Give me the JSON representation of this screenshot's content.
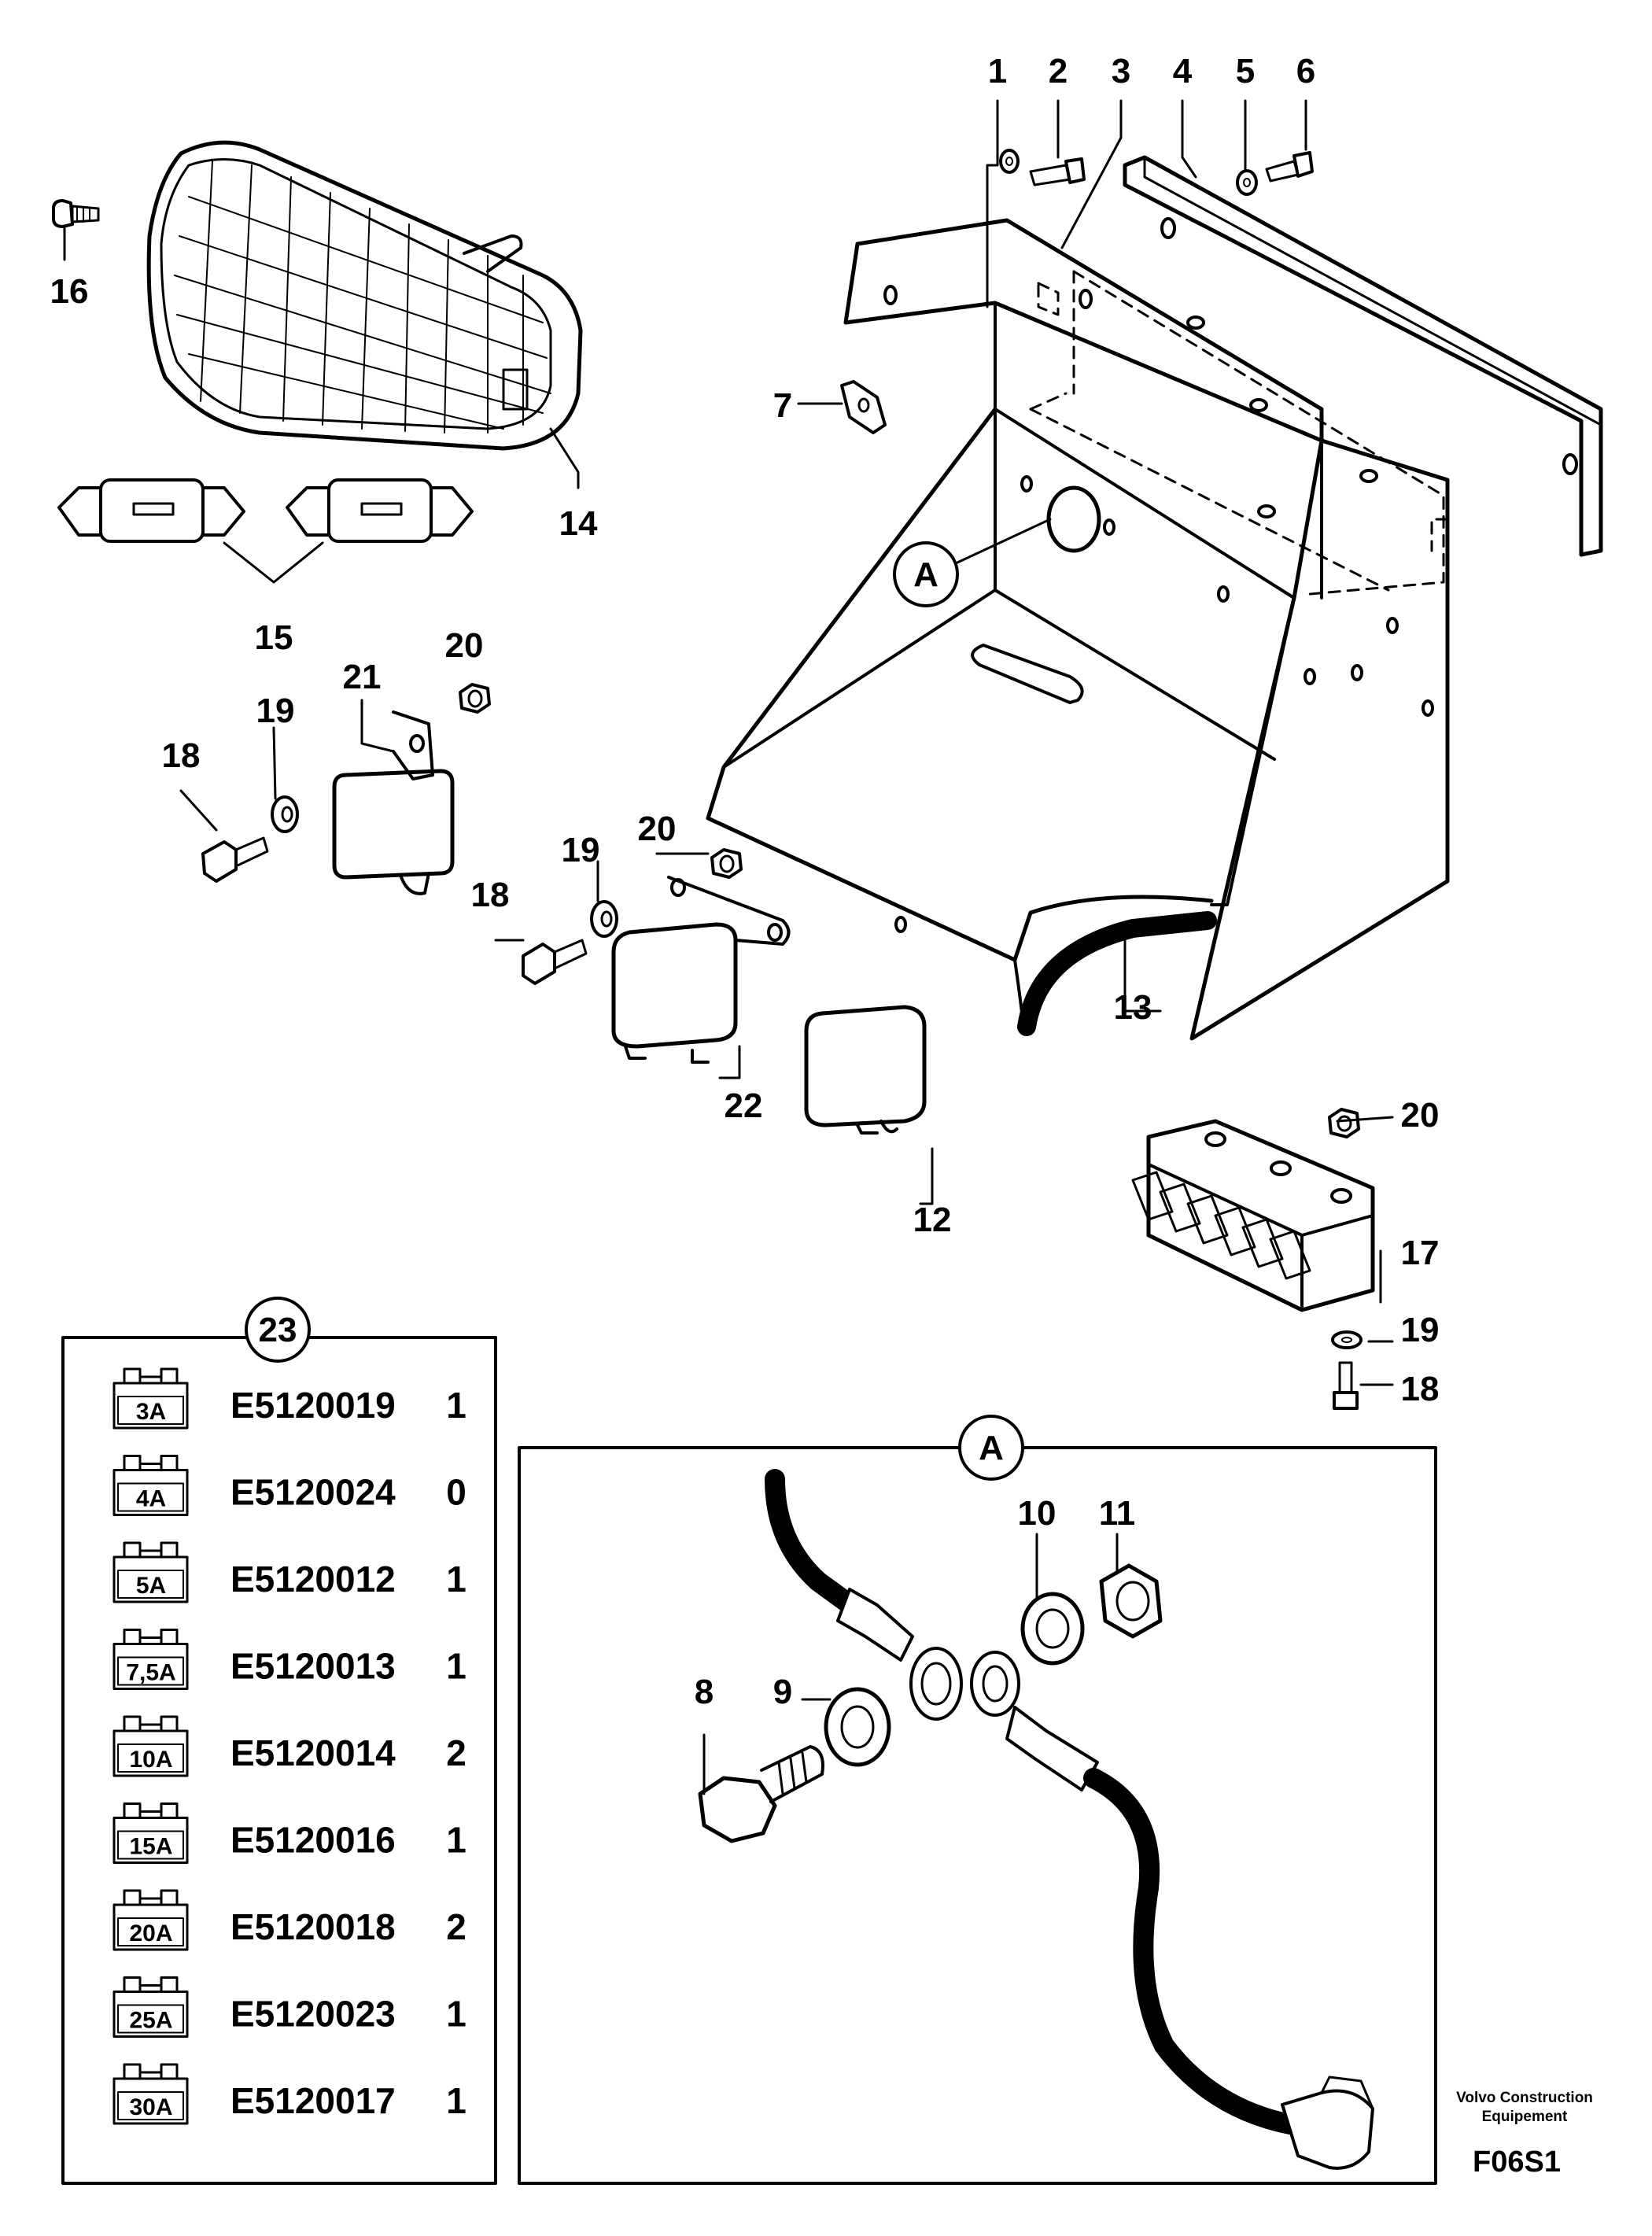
{
  "callouts": {
    "c1": "1",
    "c2": "2",
    "c3": "3",
    "c4": "4",
    "c5": "5",
    "c6": "6",
    "c7": "7",
    "c12": "12",
    "c13": "13",
    "c14": "14",
    "c15": "15",
    "c16": "16",
    "c17": "17",
    "c18a": "18",
    "c18b": "18",
    "c18c": "18",
    "c19a": "19",
    "c19b": "19",
    "c19c": "19",
    "c20a": "20",
    "c20b": "20",
    "c20c": "20",
    "c21": "21",
    "c22": "22",
    "c8": "8",
    "c9": "9",
    "c10": "10",
    "c11": "11"
  },
  "detail": {
    "marker": "A",
    "panel_marker": "A"
  },
  "fuse_table": {
    "marker": "23",
    "rows": [
      {
        "rating": "3A",
        "part": "E5120019",
        "qty": "1"
      },
      {
        "rating": "4A",
        "part": "E5120024",
        "qty": "0"
      },
      {
        "rating": "5A",
        "part": "E5120012",
        "qty": "1"
      },
      {
        "rating": "7,5A",
        "part": "E5120013",
        "qty": "1"
      },
      {
        "rating": "10A",
        "part": "E5120014",
        "qty": "2"
      },
      {
        "rating": "15A",
        "part": "E5120016",
        "qty": "1"
      },
      {
        "rating": "20A",
        "part": "E5120018",
        "qty": "2"
      },
      {
        "rating": "25A",
        "part": "E5120023",
        "qty": "1"
      },
      {
        "rating": "30A",
        "part": "E5120017",
        "qty": "1"
      }
    ]
  },
  "footer": {
    "brand_line1": "Volvo Construction",
    "brand_line2": "Equipement",
    "figure_code": "F06S1"
  },
  "colors": {
    "ink": "#000000",
    "paper": "#ffffff"
  }
}
